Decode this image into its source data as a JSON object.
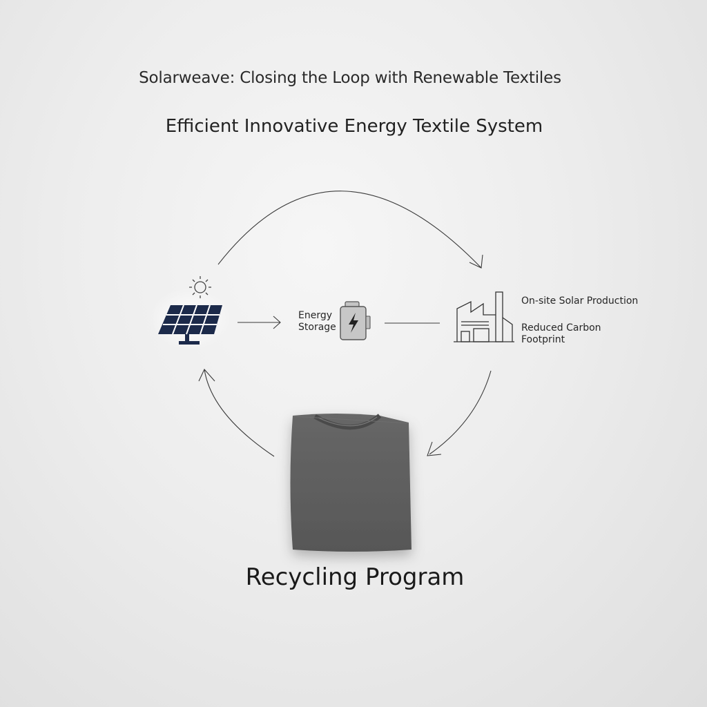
{
  "header": {
    "title": "Solarweave: Closing the Loop with Renewable Textiles",
    "subtitle": "Efficient Innovative Energy Textile System"
  },
  "nodes": {
    "solar": {
      "icon": "solar-panel-icon",
      "sun_icon": "sun-icon"
    },
    "storage": {
      "label": "Energy\nStorage",
      "icon": "battery-icon"
    },
    "factory": {
      "icon": "factory-icon",
      "label_production": "On-site Solar Production",
      "label_carbon": "Reduced Carbon Footprint"
    },
    "recycling": {
      "icon": "t-shirt-icon",
      "label": "Recycling Program"
    }
  },
  "colors": {
    "panel": "#1c2a4a",
    "line": "#3a3a3a",
    "shirt": "#5e5e5e",
    "battery": "#c7c7c7"
  }
}
